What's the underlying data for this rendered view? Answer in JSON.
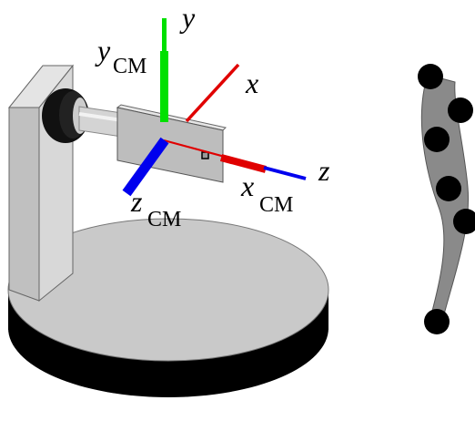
{
  "labels": {
    "y": "y",
    "y_cm_main": "y",
    "y_cm_sub": "CM",
    "x": "x",
    "z": "z",
    "x_cm_main": "x",
    "x_cm_sub": "CM",
    "z_cm_main": "z",
    "z_cm_sub": "CM"
  },
  "colors": {
    "y_axis": "#00dd00",
    "x_axis": "#e00000",
    "z_axis": "#0000ee",
    "base": "#c8c8c8",
    "base_shadow": "#000000",
    "post": "#bcbcbc",
    "markers": "#000000",
    "tissue": "#8c8c8c"
  }
}
